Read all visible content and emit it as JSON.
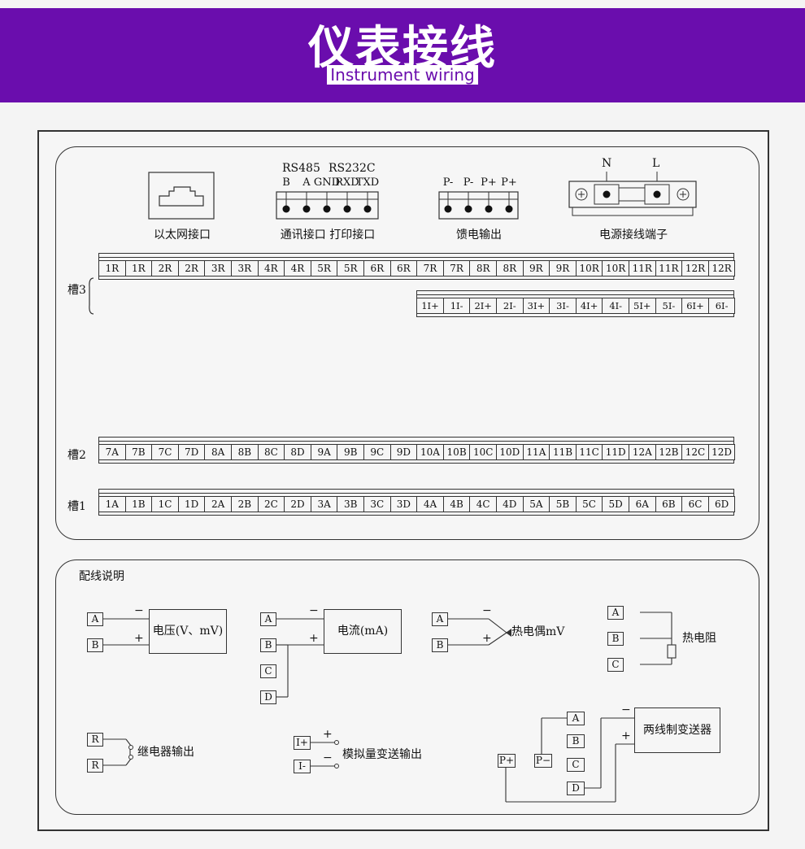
{
  "banner": {
    "title": "仪表接线",
    "subtitle": "Instrument wiring",
    "color": "#6a0dad"
  },
  "top_panel": {
    "ethernet_label": "以太网接口",
    "comm_header_1": "RS485",
    "comm_header_2": "RS232C",
    "comm_pins": [
      "B",
      "A",
      "GND",
      "RXD",
      "TXD"
    ],
    "comm_label": "通讯接口  打印接口",
    "feed_pins": [
      "P-",
      "P-",
      "P+",
      "P+"
    ],
    "feed_label": "馈电输出",
    "power_n": "N",
    "power_l": "L",
    "power_label": "电源接线端子",
    "slot3_label": "槽3",
    "slot2_label": "槽2",
    "slot1_label": "槽1",
    "slot3_row1": [
      "1R",
      "1R",
      "2R",
      "2R",
      "3R",
      "3R",
      "4R",
      "4R",
      "5R",
      "5R",
      "6R",
      "6R",
      "7R",
      "7R",
      "8R",
      "8R",
      "9R",
      "9R",
      "10R",
      "10R",
      "11R",
      "11R",
      "12R",
      "12R"
    ],
    "slot3_row2": [
      "1I+",
      "1I-",
      "2I+",
      "2I-",
      "3I+",
      "3I-",
      "4I+",
      "4I-",
      "5I+",
      "5I-",
      "6I+",
      "6I-"
    ],
    "slot2_row": [
      "7A",
      "7B",
      "7C",
      "7D",
      "8A",
      "8B",
      "8C",
      "8D",
      "9A",
      "9B",
      "9C",
      "9D",
      "10A",
      "10B",
      "10C",
      "10D",
      "11A",
      "11B",
      "11C",
      "11D",
      "12A",
      "12B",
      "12C",
      "12D"
    ],
    "slot1_row": [
      "1A",
      "1B",
      "1C",
      "1D",
      "2A",
      "2B",
      "2C",
      "2D",
      "3A",
      "3B",
      "3C",
      "3D",
      "4A",
      "4B",
      "4C",
      "4D",
      "5A",
      "5B",
      "5C",
      "5D",
      "6A",
      "6B",
      "6C",
      "6D"
    ]
  },
  "bottom_panel": {
    "title": "配线说明",
    "voltage": {
      "a": "A",
      "b": "B",
      "minus": "−",
      "plus": "+",
      "label": "电压(V、mV)"
    },
    "current": {
      "a": "A",
      "b": "B",
      "c": "C",
      "d": "D",
      "minus": "−",
      "plus": "+",
      "label": "电流(mA)"
    },
    "thermocouple": {
      "a": "A",
      "b": "B",
      "minus": "−",
      "plus": "+",
      "label": "热电偶mV"
    },
    "rtd": {
      "a": "A",
      "b": "B",
      "c": "C",
      "label": "热电阻"
    },
    "relay": {
      "r1": "R",
      "r2": "R",
      "label": "继电器输出"
    },
    "analog": {
      "i_plus": "I+",
      "i_minus": "I-",
      "plus": "+",
      "minus": "−",
      "label": "模拟量变送输出"
    },
    "two_wire": {
      "p_plus": "P+",
      "p_minus": "P−",
      "a": "A",
      "b": "B",
      "c": "C",
      "d": "D",
      "minus": "−",
      "plus": "+",
      "label": "两线制变送器"
    }
  }
}
